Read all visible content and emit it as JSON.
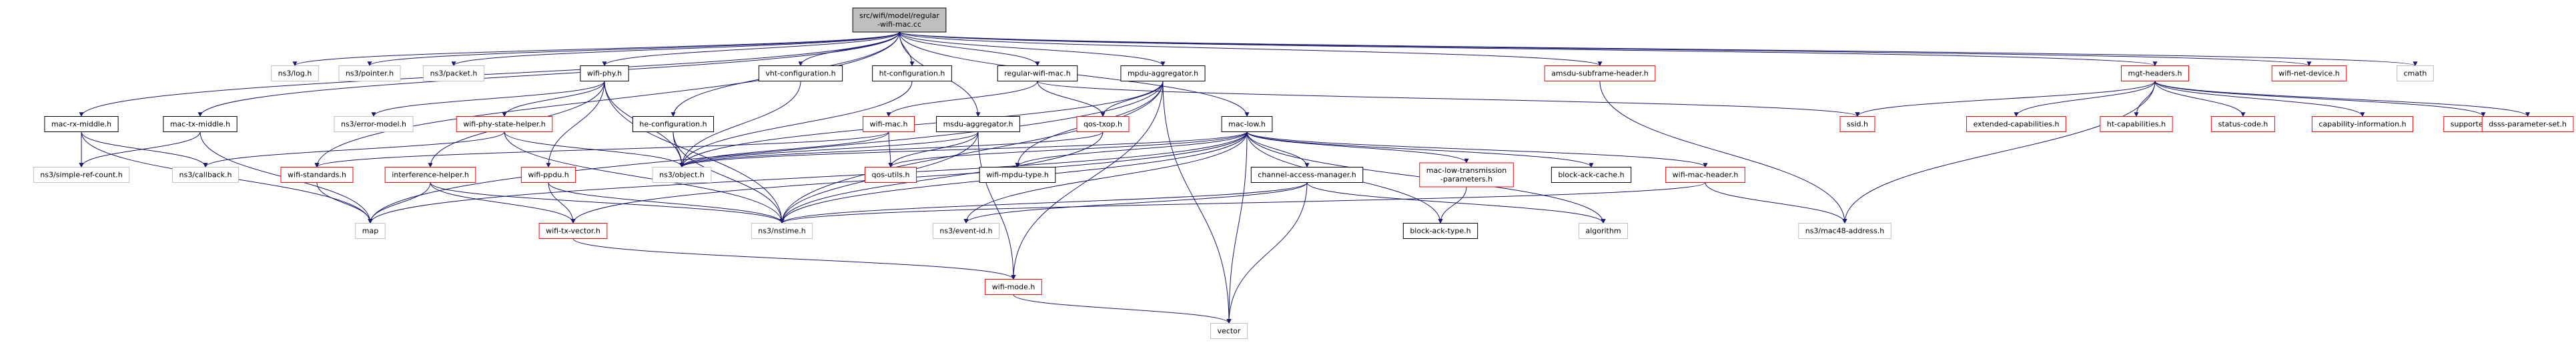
{
  "diagram": {
    "root": "root",
    "nodes": [
      {
        "id": "root",
        "label": [
          "src/wifi/model/regular",
          "-wifi-mac.cc"
        ],
        "kind": "root"
      },
      {
        "id": "log",
        "label": [
          "ns3/log.h"
        ],
        "kind": "sys"
      },
      {
        "id": "pointer",
        "label": [
          "ns3/pointer.h"
        ],
        "kind": "sys"
      },
      {
        "id": "packet",
        "label": [
          "ns3/packet.h"
        ],
        "kind": "sys"
      },
      {
        "id": "wifiphy",
        "label": [
          "wifi-phy.h"
        ],
        "kind": "local"
      },
      {
        "id": "vht",
        "label": [
          "vht-configuration.h"
        ],
        "kind": "local"
      },
      {
        "id": "htconf",
        "label": [
          "ht-configuration.h"
        ],
        "kind": "local"
      },
      {
        "id": "regmac",
        "label": [
          "regular-wifi-mac.h"
        ],
        "kind": "local"
      },
      {
        "id": "mpduagg",
        "label": [
          "mpdu-aggregator.h"
        ],
        "kind": "local"
      },
      {
        "id": "amsdu",
        "label": [
          "amsdu-subframe-header.h"
        ],
        "kind": "link"
      },
      {
        "id": "mgt",
        "label": [
          "mgt-headers.h"
        ],
        "kind": "link"
      },
      {
        "id": "netdev",
        "label": [
          "wifi-net-device.h"
        ],
        "kind": "link"
      },
      {
        "id": "cmath",
        "label": [
          "cmath"
        ],
        "kind": "sys"
      },
      {
        "id": "rxmid",
        "label": [
          "mac-rx-middle.h"
        ],
        "kind": "local"
      },
      {
        "id": "txmid",
        "label": [
          "mac-tx-middle.h"
        ],
        "kind": "local"
      },
      {
        "id": "errmodel",
        "label": [
          "ns3/error-model.h"
        ],
        "kind": "sys"
      },
      {
        "id": "phystate",
        "label": [
          "wifi-phy-state-helper.h"
        ],
        "kind": "link"
      },
      {
        "id": "heconf",
        "label": [
          "he-configuration.h"
        ],
        "kind": "local"
      },
      {
        "id": "wifimac",
        "label": [
          "wifi-mac.h"
        ],
        "kind": "link"
      },
      {
        "id": "qostxop",
        "label": [
          "qos-txop.h"
        ],
        "kind": "link"
      },
      {
        "id": "msduagg",
        "label": [
          "msdu-aggregator.h"
        ],
        "kind": "local"
      },
      {
        "id": "maclow",
        "label": [
          "mac-low.h"
        ],
        "kind": "local"
      },
      {
        "id": "ssid",
        "label": [
          "ssid.h"
        ],
        "kind": "link"
      },
      {
        "id": "extcap",
        "label": [
          "extended-capabilities.h"
        ],
        "kind": "link"
      },
      {
        "id": "htcap",
        "label": [
          "ht-capabilities.h"
        ],
        "kind": "link"
      },
      {
        "id": "status",
        "label": [
          "status-code.h"
        ],
        "kind": "link"
      },
      {
        "id": "capinfo",
        "label": [
          "capability-information.h"
        ],
        "kind": "link"
      },
      {
        "id": "suprates",
        "label": [
          "supported-rates.h"
        ],
        "kind": "link"
      },
      {
        "id": "dsss",
        "label": [
          "dsss-parameter-set.h"
        ],
        "kind": "link"
      },
      {
        "id": "simpleref",
        "label": [
          "ns3/simple-ref-count.h"
        ],
        "kind": "sys"
      },
      {
        "id": "callback",
        "label": [
          "ns3/callback.h"
        ],
        "kind": "sys"
      },
      {
        "id": "wifistd",
        "label": [
          "wifi-standards.h"
        ],
        "kind": "link"
      },
      {
        "id": "interf",
        "label": [
          "interference-helper.h"
        ],
        "kind": "link"
      },
      {
        "id": "wifippdu",
        "label": [
          "wifi-ppdu.h"
        ],
        "kind": "link"
      },
      {
        "id": "object",
        "label": [
          "ns3/object.h"
        ],
        "kind": "sys"
      },
      {
        "id": "qosutils",
        "label": [
          "qos-utils.h"
        ],
        "kind": "link"
      },
      {
        "id": "mpdutype",
        "label": [
          "wifi-mpdu-type.h"
        ],
        "kind": "local"
      },
      {
        "id": "chanmgr",
        "label": [
          "channel-access-manager.h"
        ],
        "kind": "local"
      },
      {
        "id": "mltp",
        "label": [
          "mac-low-transmission",
          "-parameters.h"
        ],
        "kind": "link"
      },
      {
        "id": "bacache",
        "label": [
          "block-ack-cache.h"
        ],
        "kind": "local"
      },
      {
        "id": "machdr",
        "label": [
          "wifi-mac-header.h"
        ],
        "kind": "link"
      },
      {
        "id": "map",
        "label": [
          "map"
        ],
        "kind": "sys"
      },
      {
        "id": "txvec",
        "label": [
          "wifi-tx-vector.h"
        ],
        "kind": "link"
      },
      {
        "id": "nstime",
        "label": [
          "ns3/nstime.h"
        ],
        "kind": "sys"
      },
      {
        "id": "eventid",
        "label": [
          "ns3/event-id.h"
        ],
        "kind": "sys"
      },
      {
        "id": "batype",
        "label": [
          "block-ack-type.h"
        ],
        "kind": "local"
      },
      {
        "id": "algorithm",
        "label": [
          "algorithm"
        ],
        "kind": "sys"
      },
      {
        "id": "mac48",
        "label": [
          "ns3/mac48-address.h"
        ],
        "kind": "sys"
      },
      {
        "id": "wifimode",
        "label": [
          "wifi-mode.h"
        ],
        "kind": "link"
      },
      {
        "id": "vector",
        "label": [
          "vector"
        ],
        "kind": "sys"
      }
    ],
    "edges": [
      [
        "root",
        "log"
      ],
      [
        "root",
        "pointer"
      ],
      [
        "root",
        "packet"
      ],
      [
        "root",
        "wifiphy"
      ],
      [
        "root",
        "vht"
      ],
      [
        "root",
        "htconf"
      ],
      [
        "root",
        "regmac"
      ],
      [
        "root",
        "mpduagg"
      ],
      [
        "root",
        "amsdu"
      ],
      [
        "root",
        "mgt"
      ],
      [
        "root",
        "netdev"
      ],
      [
        "root",
        "cmath"
      ],
      [
        "root",
        "rxmid"
      ],
      [
        "root",
        "txmid"
      ],
      [
        "root",
        "maclow"
      ],
      [
        "root",
        "msduagg"
      ],
      [
        "root",
        "heconf"
      ],
      [
        "root",
        "wifistd"
      ],
      [
        "wifiphy",
        "errmodel"
      ],
      [
        "wifiphy",
        "phystate"
      ],
      [
        "wifiphy",
        "wifippdu"
      ],
      [
        "wifiphy",
        "interf"
      ],
      [
        "wifiphy",
        "object"
      ],
      [
        "wifiphy",
        "nstime"
      ],
      [
        "vht",
        "object"
      ],
      [
        "htconf",
        "object"
      ],
      [
        "heconf",
        "object"
      ],
      [
        "heconf",
        "nstime"
      ],
      [
        "regmac",
        "wifimac"
      ],
      [
        "regmac",
        "qostxop"
      ],
      [
        "regmac",
        "ssid"
      ],
      [
        "mpduagg",
        "qostxop"
      ],
      [
        "mpduagg",
        "object"
      ],
      [
        "mpduagg",
        "nstime"
      ],
      [
        "mpduagg",
        "mpdutype"
      ],
      [
        "mpduagg",
        "wifimode"
      ],
      [
        "mpduagg",
        "vector"
      ],
      [
        "mpduagg",
        "map"
      ],
      [
        "amsdu",
        "mac48"
      ],
      [
        "mgt",
        "ssid"
      ],
      [
        "mgt",
        "extcap"
      ],
      [
        "mgt",
        "htcap"
      ],
      [
        "mgt",
        "status"
      ],
      [
        "mgt",
        "capinfo"
      ],
      [
        "mgt",
        "suprates"
      ],
      [
        "mgt",
        "dsss"
      ],
      [
        "mgt",
        "mac48"
      ],
      [
        "rxmid",
        "simpleref"
      ],
      [
        "rxmid",
        "callback"
      ],
      [
        "rxmid",
        "map"
      ],
      [
        "txmid",
        "simpleref"
      ],
      [
        "txmid",
        "map"
      ],
      [
        "phystate",
        "object"
      ],
      [
        "phystate",
        "callback"
      ],
      [
        "phystate",
        "nstime"
      ],
      [
        "wifimac",
        "wifistd"
      ],
      [
        "wifimac",
        "object"
      ],
      [
        "wifimac",
        "qosutils"
      ],
      [
        "qostxop",
        "object"
      ],
      [
        "qostxop",
        "nstime"
      ],
      [
        "msduagg",
        "object"
      ],
      [
        "msduagg",
        "qosutils"
      ],
      [
        "msduagg",
        "nstime"
      ],
      [
        "msduagg",
        "wifimode"
      ],
      [
        "maclow",
        "object"
      ],
      [
        "maclow",
        "qosutils"
      ],
      [
        "maclow",
        "mpdutype"
      ],
      [
        "maclow",
        "chanmgr"
      ],
      [
        "maclow",
        "mltp"
      ],
      [
        "maclow",
        "bacache"
      ],
      [
        "maclow",
        "machdr"
      ],
      [
        "maclow",
        "nstime"
      ],
      [
        "maclow",
        "batype"
      ],
      [
        "maclow",
        "algorithm"
      ],
      [
        "maclow",
        "map"
      ],
      [
        "maclow",
        "txvec"
      ],
      [
        "maclow",
        "eventid"
      ],
      [
        "maclow",
        "vector"
      ],
      [
        "wifistd",
        "map"
      ],
      [
        "interf",
        "map"
      ],
      [
        "interf",
        "txvec"
      ],
      [
        "interf",
        "nstime"
      ],
      [
        "wifippdu",
        "txvec"
      ],
      [
        "wifippdu",
        "nstime"
      ],
      [
        "chanmgr",
        "vector"
      ],
      [
        "chanmgr",
        "algorithm"
      ],
      [
        "chanmgr",
        "nstime"
      ],
      [
        "chanmgr",
        "eventid"
      ],
      [
        "mltp",
        "batype"
      ],
      [
        "machdr",
        "mac48"
      ],
      [
        "machdr",
        "nstime"
      ],
      [
        "txvec",
        "wifimode"
      ],
      [
        "wifimode",
        "vector"
      ]
    ]
  }
}
